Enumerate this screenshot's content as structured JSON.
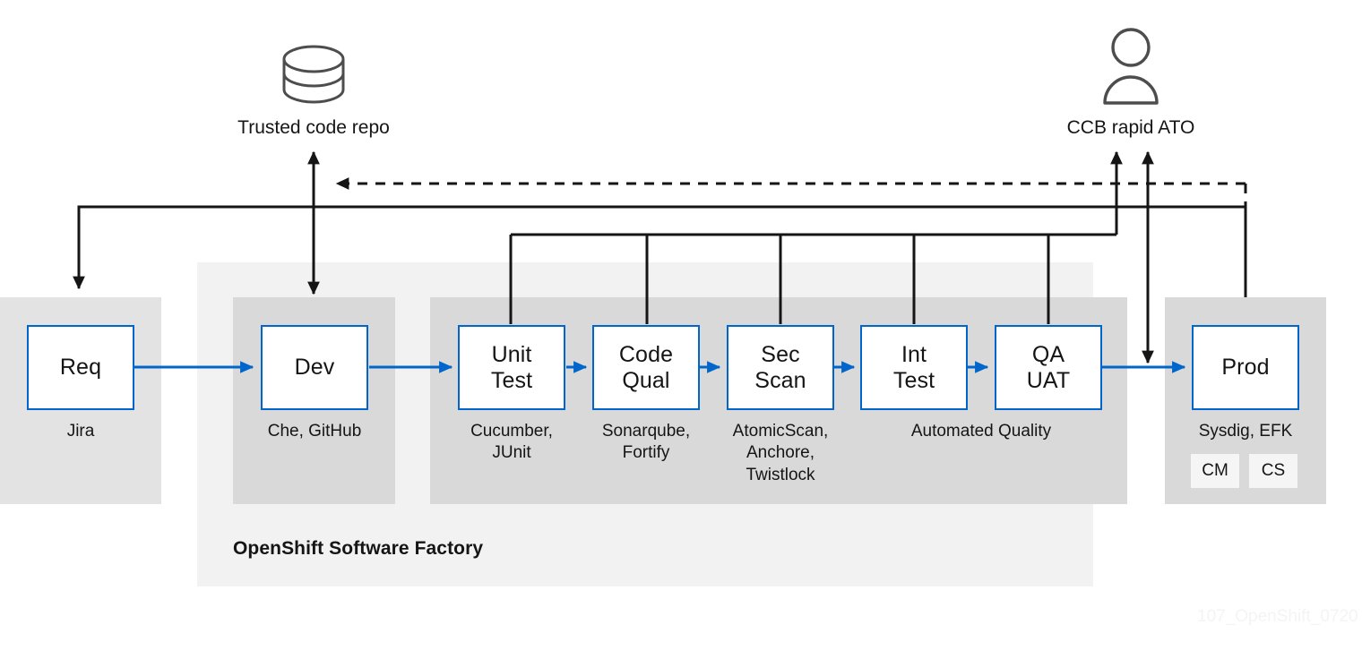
{
  "diagram": {
    "title": "OpenShift Software Factory",
    "watermark": "107_OpenShift_0720",
    "accent_color": "#0066cc",
    "line_color": "#151515"
  },
  "external": {
    "repo": {
      "icon": "database-cylinder-icon",
      "label": "Trusted code repo"
    },
    "ccb": {
      "icon": "person-icon",
      "label": "CCB rapid ATO"
    }
  },
  "stages": [
    {
      "key": "req",
      "label": "Req",
      "caption": "Jira"
    },
    {
      "key": "dev",
      "label": "Dev",
      "caption": "Che, GitHub"
    },
    {
      "key": "unit_test",
      "label": "Unit\nTest",
      "caption": "Cucumber,\nJUnit"
    },
    {
      "key": "code_qual",
      "label": "Code\nQual",
      "caption": "Sonarqube,\nFortify"
    },
    {
      "key": "sec_scan",
      "label": "Sec\nScan",
      "caption": "AtomicScan,\nAnchore,\nTwistlock"
    },
    {
      "key": "int_test",
      "label": "Int\nTest",
      "caption": ""
    },
    {
      "key": "qa_uat",
      "label": "QA\nUAT",
      "caption": ""
    },
    {
      "key": "prod",
      "label": "Prod",
      "caption": "Sysdig, EFK"
    }
  ],
  "group_captions": {
    "automated_quality": "Automated Quality"
  },
  "prod_tiles": [
    {
      "label": "CM"
    },
    {
      "label": "CS"
    }
  ]
}
